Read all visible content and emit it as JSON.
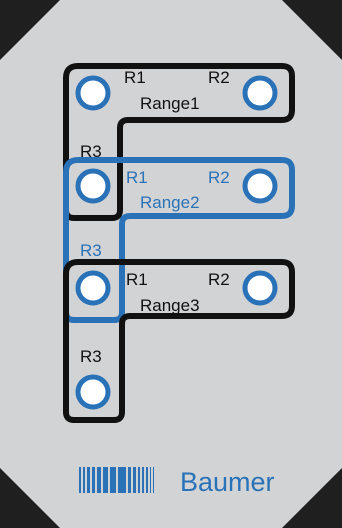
{
  "colors": {
    "background": "#1f1f1f",
    "panel": "#d2d3d4",
    "outline_black": "#111111",
    "outline_blue": "#2a72b8",
    "pad_fill": "#ffffff",
    "pad_ring": "#2a72b8",
    "brand": "#2a72b8"
  },
  "ranges": [
    {
      "name": "Range1",
      "label": "Range1",
      "r1": "R1",
      "r2": "R2",
      "r3": "R3",
      "outline": "black"
    },
    {
      "name": "Range2",
      "label": "Range2",
      "r1": "R1",
      "r2": "R2",
      "r3": "R3",
      "outline": "blue"
    },
    {
      "name": "Range3",
      "label": "Range3",
      "r1": "R1",
      "r2": "R2",
      "r3": "R3",
      "outline": "black"
    }
  ],
  "brand": {
    "name": "Baumer",
    "icon": "baumer-logo-icon"
  }
}
